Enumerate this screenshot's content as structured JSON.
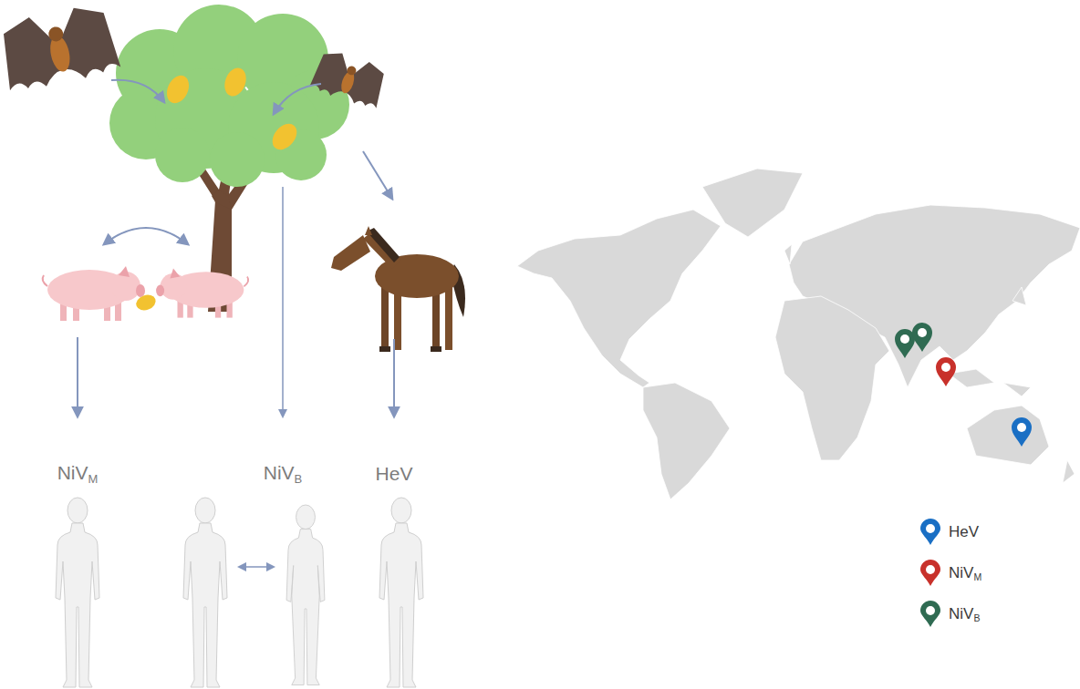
{
  "diagram": {
    "labels": [
      "NiVM",
      "NiVB",
      "HeV"
    ],
    "legend": [
      {
        "text": "HeV",
        "color": "#1a6fc4"
      },
      {
        "text": "NiVM",
        "color": "#c8312b"
      },
      {
        "text": "NiVB",
        "color": "#2f6b52"
      }
    ]
  }
}
